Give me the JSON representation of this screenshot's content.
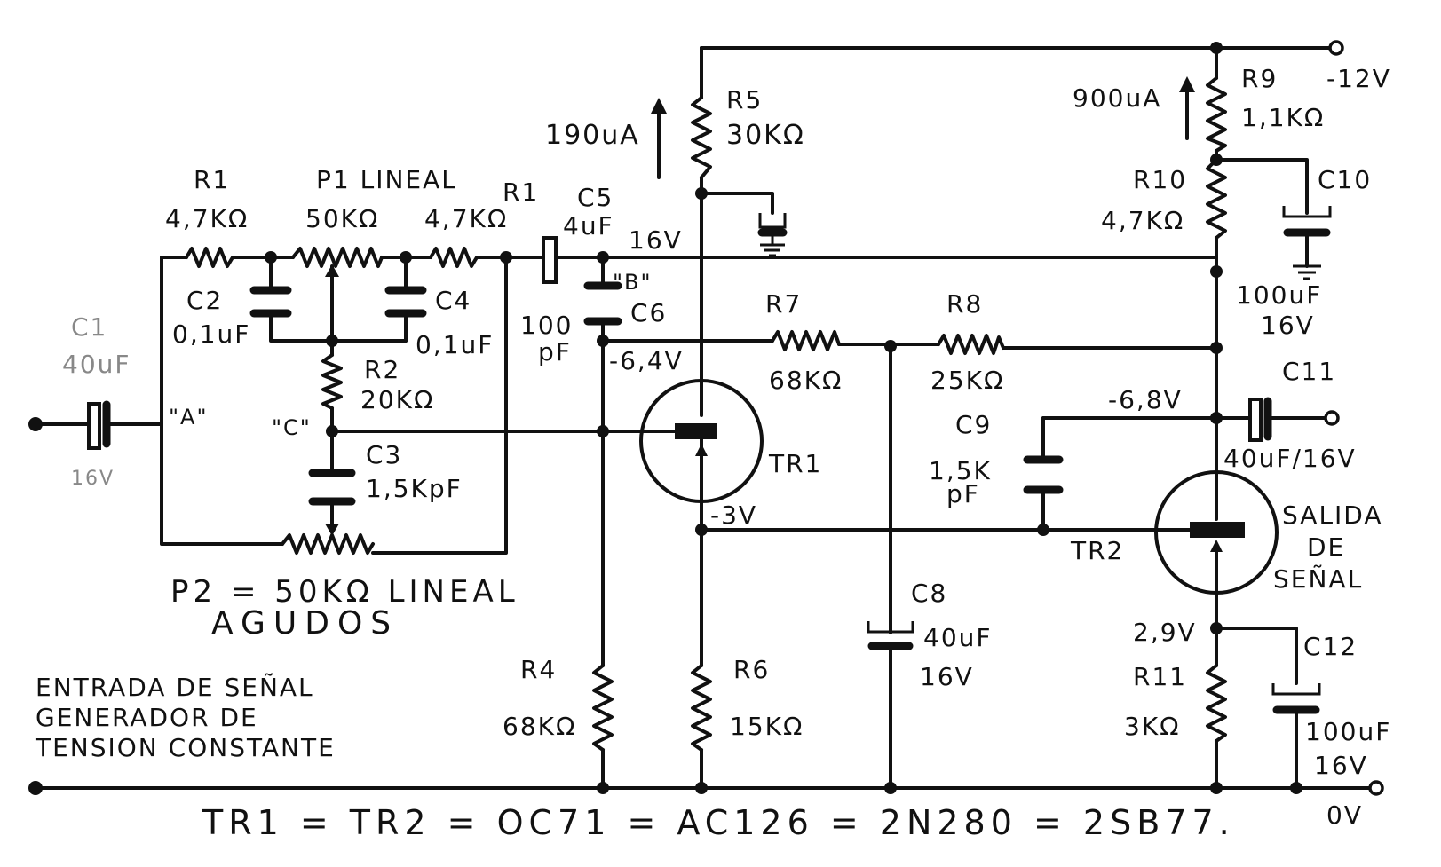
{
  "labels": {
    "r1_left": "R1",
    "r1_left_val": "4,7KΩ",
    "p1": "P1 LINEAL",
    "p1_val": "50KΩ",
    "r1_right": "R1",
    "r1_right_val": "4,7KΩ",
    "c5": "C5",
    "c5_val": "4uF",
    "c5_v": "16V",
    "b_node": "\"B\"",
    "c2": "C2",
    "c2_val": "0,1uF",
    "c4": "C4",
    "c4_val": "0,1uF",
    "c6": "C6",
    "c6_val1": "100",
    "c6_val2": "pF",
    "r2": "R2",
    "r2_val": "20KΩ",
    "c_node": "\"C\"",
    "c3": "C3",
    "c3_val": "1,5KpF",
    "a_node": "\"A\"",
    "c1": "C1",
    "c1_val": "40uF",
    "c1_v": "16V",
    "p2": "P2 = 50KΩ LINEAL",
    "agudos": "AGUDOS",
    "entrada1": "ENTRADA DE SEÑAL",
    "entrada2": "GENERADOR DE",
    "entrada3": "TENSION CONSTANTE",
    "i_r5": "190uA",
    "r5": "R5",
    "r5_val": "30KΩ",
    "v_tr1_c": "-6,4V",
    "tr1": "TR1",
    "v_tr1_e": "-3V",
    "r7": "R7",
    "r7_val": "68KΩ",
    "r8": "R8",
    "r8_val": "25KΩ",
    "c9": "C9",
    "c9_val1": "1,5K",
    "c9_val2": "pF",
    "c8": "C8",
    "c8_val": "40uF",
    "c8_v": "16V",
    "r4": "R4",
    "r4_val": "68KΩ",
    "r6": "R6",
    "r6_val": "15KΩ",
    "i_r9": "900uA",
    "r9": "R9",
    "r9_val": "1,1KΩ",
    "supply": "-12V",
    "r10": "R10",
    "r10_val": "4,7KΩ",
    "c10": "C10",
    "c10_val": "100uF",
    "c10_v": "16V",
    "v_tr2_c": "-6,8V",
    "c11": "C11",
    "c11_val": "40uF/16V",
    "tr2": "TR2",
    "salida1": "SALIDA",
    "salida2": "DE",
    "salida3": "SEÑAL",
    "v_tr2_e": "2,9V",
    "r11": "R11",
    "r11_val": "3KΩ",
    "c12": "C12",
    "c12_val": "100uF",
    "c12_v": "16V",
    "ground": "0V",
    "equivalence": "TR1 = TR2 = OC71 = AC126 = 2N280 = 2SB77."
  }
}
